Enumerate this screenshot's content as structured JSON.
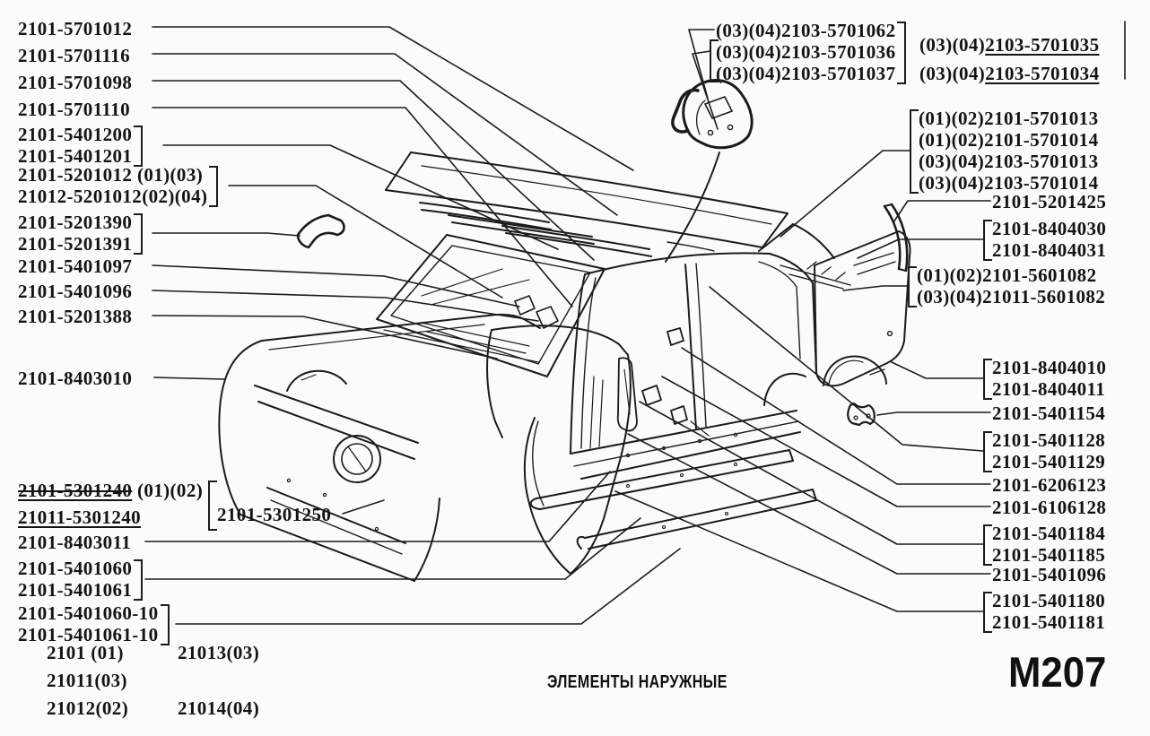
{
  "page": {
    "caption": "ЭЛЕМЕНТЫ НАРУЖНЫЕ",
    "page_code": "М207"
  },
  "labels": {
    "left": [
      {
        "lines": [
          "2101-5701012"
        ]
      },
      {
        "lines": [
          "2101-5701116"
        ]
      },
      {
        "lines": [
          "2101-5701098"
        ]
      },
      {
        "lines": [
          "2101-5701110"
        ]
      },
      {
        "lines": [
          "2101-5401200",
          "2101-5401201"
        ]
      },
      {
        "lines": [
          "2101-5201012 (01)(03)",
          "21012-5201012(02)(04)"
        ]
      },
      {
        "lines": [
          "2101-5201390",
          "2101-5201391"
        ]
      },
      {
        "lines": [
          "2101-5401097"
        ]
      },
      {
        "lines": [
          "2101-5401096"
        ]
      },
      {
        "lines": [
          "2101-5201388"
        ]
      },
      {
        "lines": [
          "2101-8403010"
        ]
      },
      {
        "strike": "2101-5301240",
        "suffix": " (01)(02)"
      },
      {
        "lines": [
          "21011-5301240"
        ]
      },
      {
        "lines": [
          "2101-8403011"
        ]
      },
      {
        "lines": [
          "2101-5401060",
          "2101-5401061"
        ]
      },
      {
        "lines": [
          "2101-5401060-10",
          "2101-5401061-10"
        ]
      },
      {
        "lines": [
          "2101-5301250"
        ]
      }
    ],
    "right": [
      {
        "lines": [
          "(03)(04)2103-5701062",
          "(03)(04)2103-5701036",
          "(03)(04)2103-5701037"
        ]
      },
      {
        "prefix": "(03)(04)",
        "number": "2103-5701035"
      },
      {
        "prefix": "(03)(04)",
        "number": "2103-5701034"
      },
      {
        "lines": [
          "(01)(02)2101-5701013",
          "(01)(02)2101-5701014",
          "(03)(04)2103-5701013",
          "(03)(04)2103-5701014"
        ]
      },
      {
        "lines": [
          "2101-5201425"
        ]
      },
      {
        "lines": [
          "2101-8404030",
          "2101-8404031"
        ]
      },
      {
        "lines": [
          "(01)(02)2101-5601082",
          "(03)(04)21011-5601082"
        ]
      },
      {
        "lines": [
          "2101-8404010",
          "2101-8404011"
        ]
      },
      {
        "lines": [
          "2101-5401154"
        ]
      },
      {
        "lines": [
          "2101-5401128",
          "2101-5401129"
        ]
      },
      {
        "lines": [
          "2101-6206123"
        ]
      },
      {
        "lines": [
          "2101-6106128"
        ]
      },
      {
        "lines": [
          "2101-5401184",
          "2101-5401185"
        ]
      },
      {
        "lines": [
          "2101-5401096"
        ]
      },
      {
        "lines": [
          "2101-5401180",
          "2101-5401181"
        ]
      }
    ]
  },
  "legend": {
    "items": [
      "2101 (01)",
      "21013(03)",
      "21011(03)",
      "21012(02)",
      "21014(04)"
    ]
  },
  "colors": {
    "ink": "#1b1b1b",
    "paper": "#fbfbf9"
  }
}
